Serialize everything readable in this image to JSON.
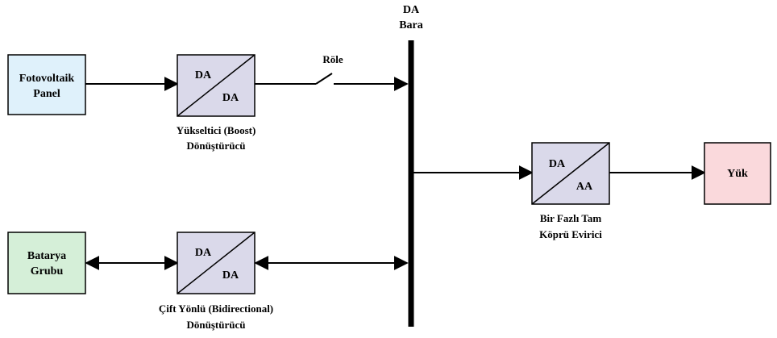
{
  "colors": {
    "pv_fill": "#dff1fb",
    "battery_fill": "#d5efd8",
    "load_fill": "#fad9dc",
    "converter_fill": "#dad9ea",
    "line": "#000000"
  },
  "bus": {
    "label_line1": "DA",
    "label_line2": "Bara"
  },
  "pv_panel": {
    "line1": "Fotovoltaik",
    "line2": "Panel"
  },
  "battery": {
    "line1": "Batarya",
    "line2": "Grubu"
  },
  "load": {
    "label": "Yük"
  },
  "boost": {
    "in": "DA",
    "out": "DA",
    "caption1": "Yükseltici (Boost)",
    "caption2": "Dönüştürücü"
  },
  "bidirectional": {
    "in": "DA",
    "out": "DA",
    "caption1": "Çift Yönlü (Bidirectional)",
    "caption2": "Dönüştürücü"
  },
  "inverter": {
    "in": "DA",
    "out": "AA",
    "caption1": "Bir Fazlı Tam",
    "caption2": "Köprü Evirici"
  },
  "relay": {
    "label": "Röle"
  }
}
